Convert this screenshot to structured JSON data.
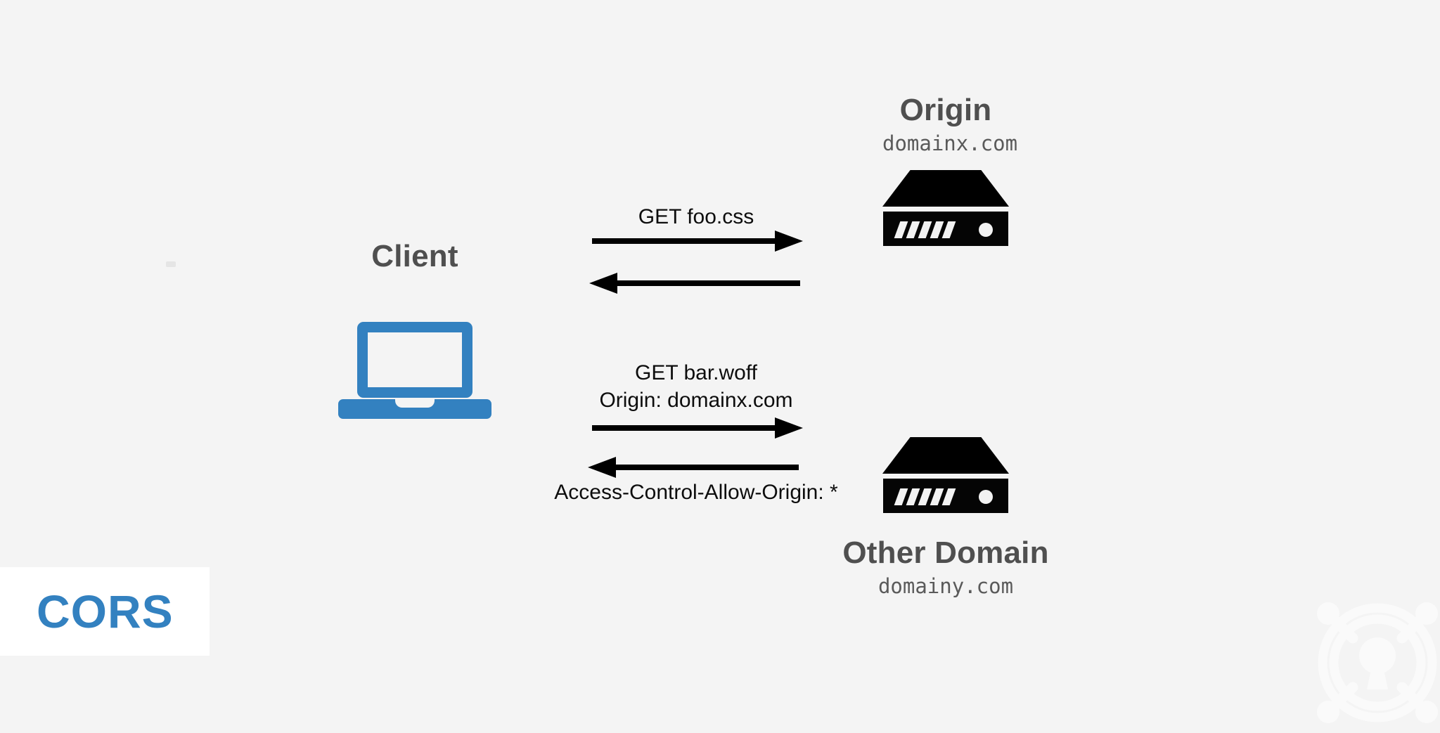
{
  "diagram": {
    "title": "CORS",
    "background_color": "#f4f4f4",
    "accent_color": "#3381c0",
    "nodes": {
      "client": {
        "title": "Client",
        "icon": "laptop-icon"
      },
      "origin": {
        "title": "Origin",
        "domain": "domainx.com",
        "icon": "server-icon"
      },
      "other": {
        "title": "Other Domain",
        "domain": "domainy.com",
        "icon": "server-icon"
      }
    },
    "exchanges": [
      {
        "id": "same-origin",
        "request_lines": [
          "GET foo.css"
        ],
        "response_lines": [],
        "request_arrow": "arrow-right",
        "response_arrow": "arrow-left"
      },
      {
        "id": "cross-origin",
        "request_lines": [
          "GET bar.woff",
          "Origin: domainx.com"
        ],
        "response_lines": [
          "Access-Control-Allow-Origin: *"
        ],
        "request_arrow": "arrow-right",
        "response_arrow": "arrow-left"
      }
    ],
    "badge": {
      "label": "CORS",
      "text_color": "#3381c0",
      "background_color": "#ffffff"
    },
    "watermark": {
      "icon": "keyhole-lock-watermark-icon"
    }
  }
}
